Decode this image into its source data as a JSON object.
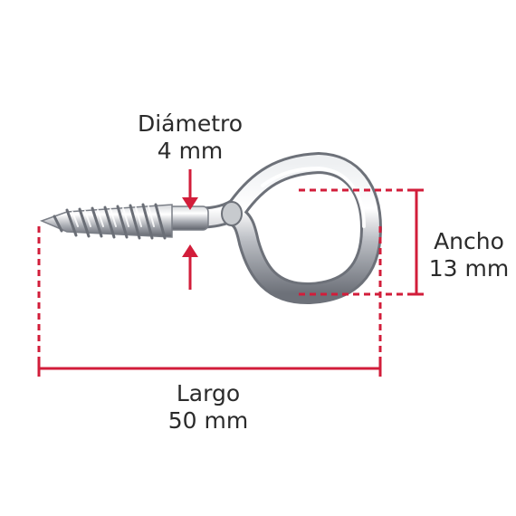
{
  "colors": {
    "dimension": "#d21d3a",
    "text": "#2b2b2b",
    "metal_light": "#f4f5f7",
    "metal_mid": "#b9bcc2",
    "metal_dark": "#6d7179"
  },
  "labels": {
    "diametro": {
      "name": "Diámetro",
      "value": "4 mm"
    },
    "ancho": {
      "name": "Ancho",
      "value": "13 mm"
    },
    "largo": {
      "name": "Largo",
      "value": "50 mm"
    }
  }
}
